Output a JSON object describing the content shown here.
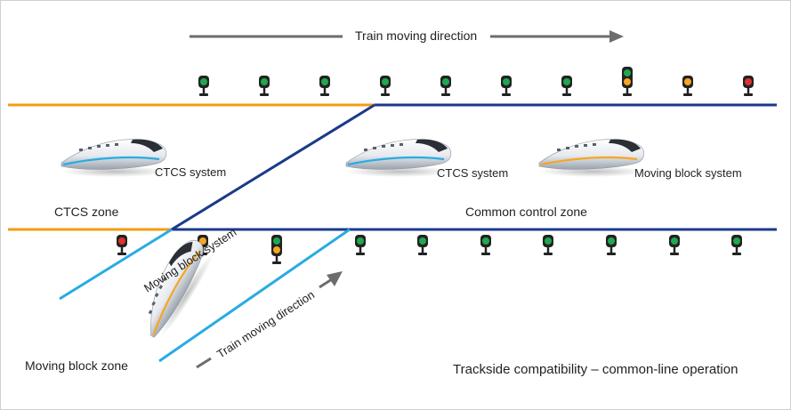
{
  "title": "Trackside compatibility – common-line operation",
  "direction_label_top": "Train moving direction",
  "direction_label_diag": "Train moving direction",
  "zones": {
    "ctcs": "CTCS zone",
    "common": "Common control zone",
    "moving_block": "Moving block zone"
  },
  "trains": {
    "left": "CTCS system",
    "middle": "CTCS system",
    "right": "Moving block system",
    "diagonal": "Moving block system"
  },
  "colors": {
    "ctcs_track": "#f39c12",
    "common_track": "#1a3a8a",
    "moving_block_track": "#29abe2",
    "arrow": "#6d6d6d",
    "signal_green": "#1fa84f",
    "signal_yellow": "#f5a623",
    "signal_red": "#e03030"
  },
  "signals_top": [
    "green",
    "green",
    "green",
    "green",
    "green",
    "green",
    "green",
    "green-yellow",
    "yellow",
    "red"
  ],
  "signals_bottom": [
    "red",
    "yellow",
    "green-yellow",
    "green",
    "green",
    "green",
    "green",
    "green",
    "green",
    "green"
  ]
}
